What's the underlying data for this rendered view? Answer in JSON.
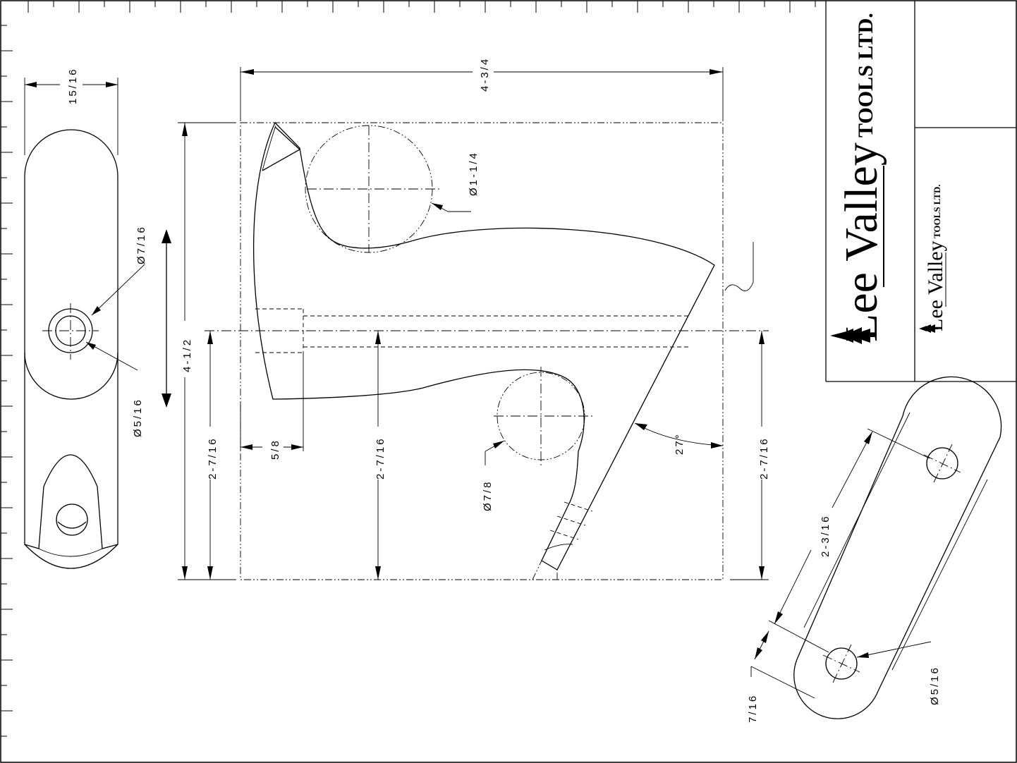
{
  "drawing": {
    "dimensions": {
      "top_width": "4-3/4",
      "height": "4-1/2",
      "left_pos_a": "2-7/16",
      "left_pos_b": "2-7/16",
      "right_pos": "2-7/16",
      "offset": "5/8",
      "angle": "27°",
      "dia_large": "Ø1-1/4",
      "dia_small": "Ø7/8",
      "side_width": "15/16",
      "side_hole_outer": "Ø7/16",
      "side_hole_inner": "Ø5/16",
      "link_spacing": "2-3/16",
      "link_width": "7/16",
      "link_hole": "Ø5/16"
    }
  },
  "title_block": {
    "logo_main": "Lee Valley",
    "logo_sub": "TOOLS LTD.",
    "logo_small_main": "Lee Valley",
    "logo_small_sub": "TOOLS LTD."
  }
}
